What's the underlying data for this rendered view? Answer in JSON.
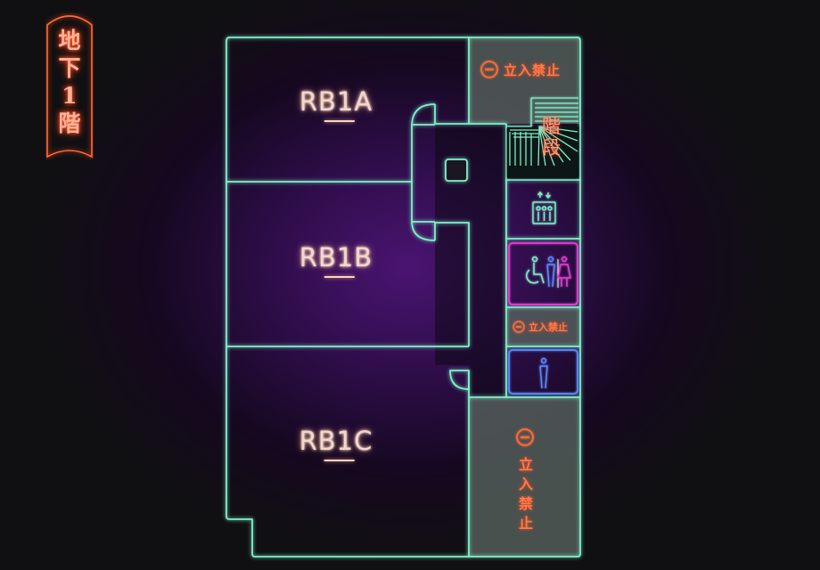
{
  "floor_label": [
    "地",
    "下",
    "1",
    "階"
  ],
  "rooms": [
    {
      "id": "a",
      "main": "RB",
      "underlined": "1",
      "suffix": "A"
    },
    {
      "id": "b",
      "main": "RB",
      "underlined": "1",
      "suffix": "B"
    },
    {
      "id": "c",
      "main": "RB",
      "underlined": "1",
      "suffix": "C"
    }
  ],
  "no_entry_label": "立入禁止",
  "stairs_label": [
    "階",
    "段"
  ],
  "icons": {
    "elevator": "elevator-icon",
    "accessible_restroom": "accessible-restroom-icon",
    "mens_restroom": "mens-restroom-icon",
    "no_entry": "no-entry-icon",
    "stairs": "stairs-icon"
  },
  "colors": {
    "wall": "#7ff0c8",
    "room_text": "#f4d8c6",
    "warning": "#ff7a4a",
    "accessible": "#e040d0",
    "restroom_blue": "#5a8aff",
    "elevator": "#7ff0c8",
    "restricted_fill": "#55605c"
  }
}
